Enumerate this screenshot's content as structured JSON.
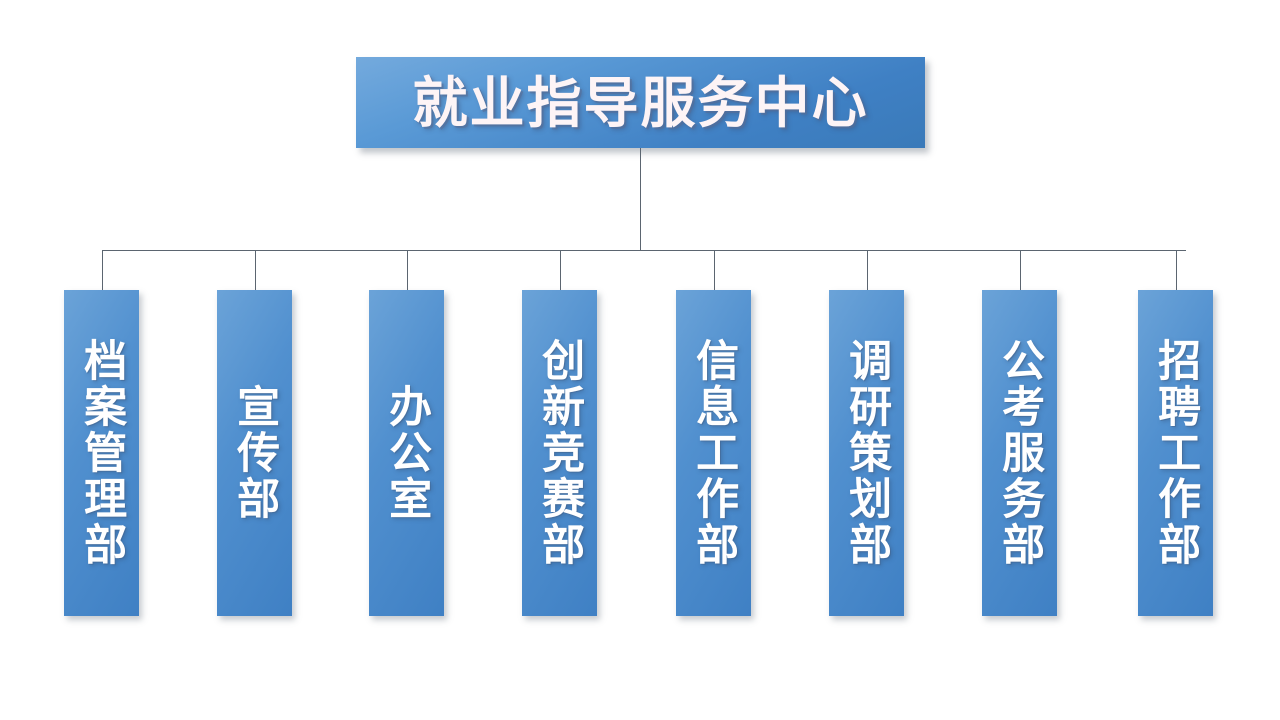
{
  "diagram": {
    "type": "organizational-chart",
    "background_color": "#ffffff",
    "node_color": "#3f80c4",
    "node_color_light": "#6ba3d8",
    "connector_color": "#5b6570",
    "root_text_color": "#fdf4f6",
    "child_text_color": "#ffffff",
    "root": {
      "label": "就业指导服务中心"
    },
    "children": [
      {
        "label": "档案管理部"
      },
      {
        "label": "宣传部"
      },
      {
        "label": "办公室"
      },
      {
        "label": "创新竞赛部"
      },
      {
        "label": "信息工作部"
      },
      {
        "label": "调研策划部"
      },
      {
        "label": "公考服务部"
      },
      {
        "label": "招聘工作部"
      }
    ]
  }
}
